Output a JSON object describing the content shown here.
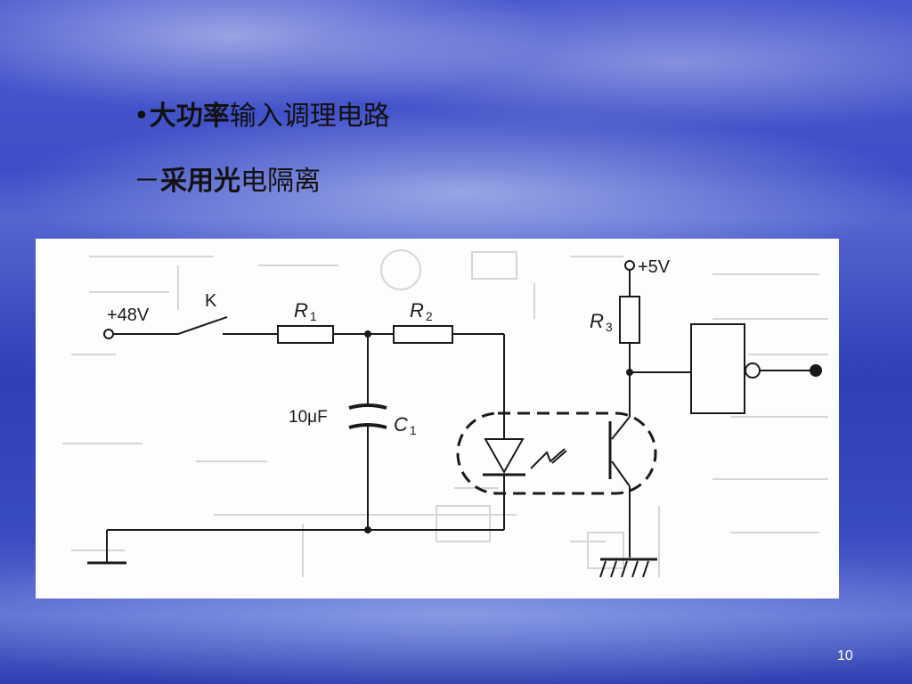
{
  "slide": {
    "bullet1": {
      "marker": "•",
      "bold": "大功率",
      "normal": "输入调理电路"
    },
    "bullet2": {
      "marker": "－",
      "bold": "采用光",
      "normal": "电隔离"
    },
    "page_number": "10"
  },
  "diagram": {
    "labels": {
      "supply_in": "+48V",
      "switch": "K",
      "r1": "R",
      "r1_sub": "1",
      "r2": "R",
      "r2_sub": "2",
      "r3": "R",
      "r3_sub": "3",
      "cap_value": "10μF",
      "c1": "C",
      "c1_sub": "1",
      "vcc": "+5V"
    }
  }
}
